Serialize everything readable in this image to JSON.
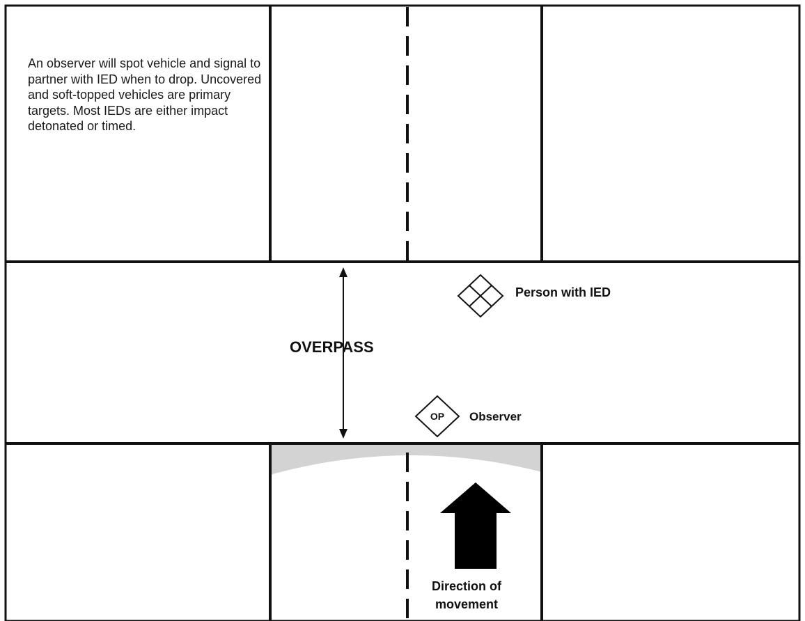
{
  "description": "An observer will spot vehicle and signal to partner with IED when to drop. Uncovered and soft-topped vehicles are primary targets. Most IEDs are either impact detonated or timed.",
  "labels": {
    "overpass": "OVERPASS",
    "person_with_ied": "Person with IED",
    "observer": "Observer",
    "op_symbol": "OP",
    "direction_line1": "Direction of",
    "direction_line2": "movement"
  },
  "colors": {
    "line": "#111111",
    "shadow": "#d3d3d3",
    "background": "#ffffff"
  },
  "icons": {
    "person_symbol": "diamond-grid-icon",
    "observer_symbol": "diamond-op-icon",
    "movement_arrow": "arrow-up-icon",
    "span_arrow": "double-arrow-vertical-icon"
  }
}
